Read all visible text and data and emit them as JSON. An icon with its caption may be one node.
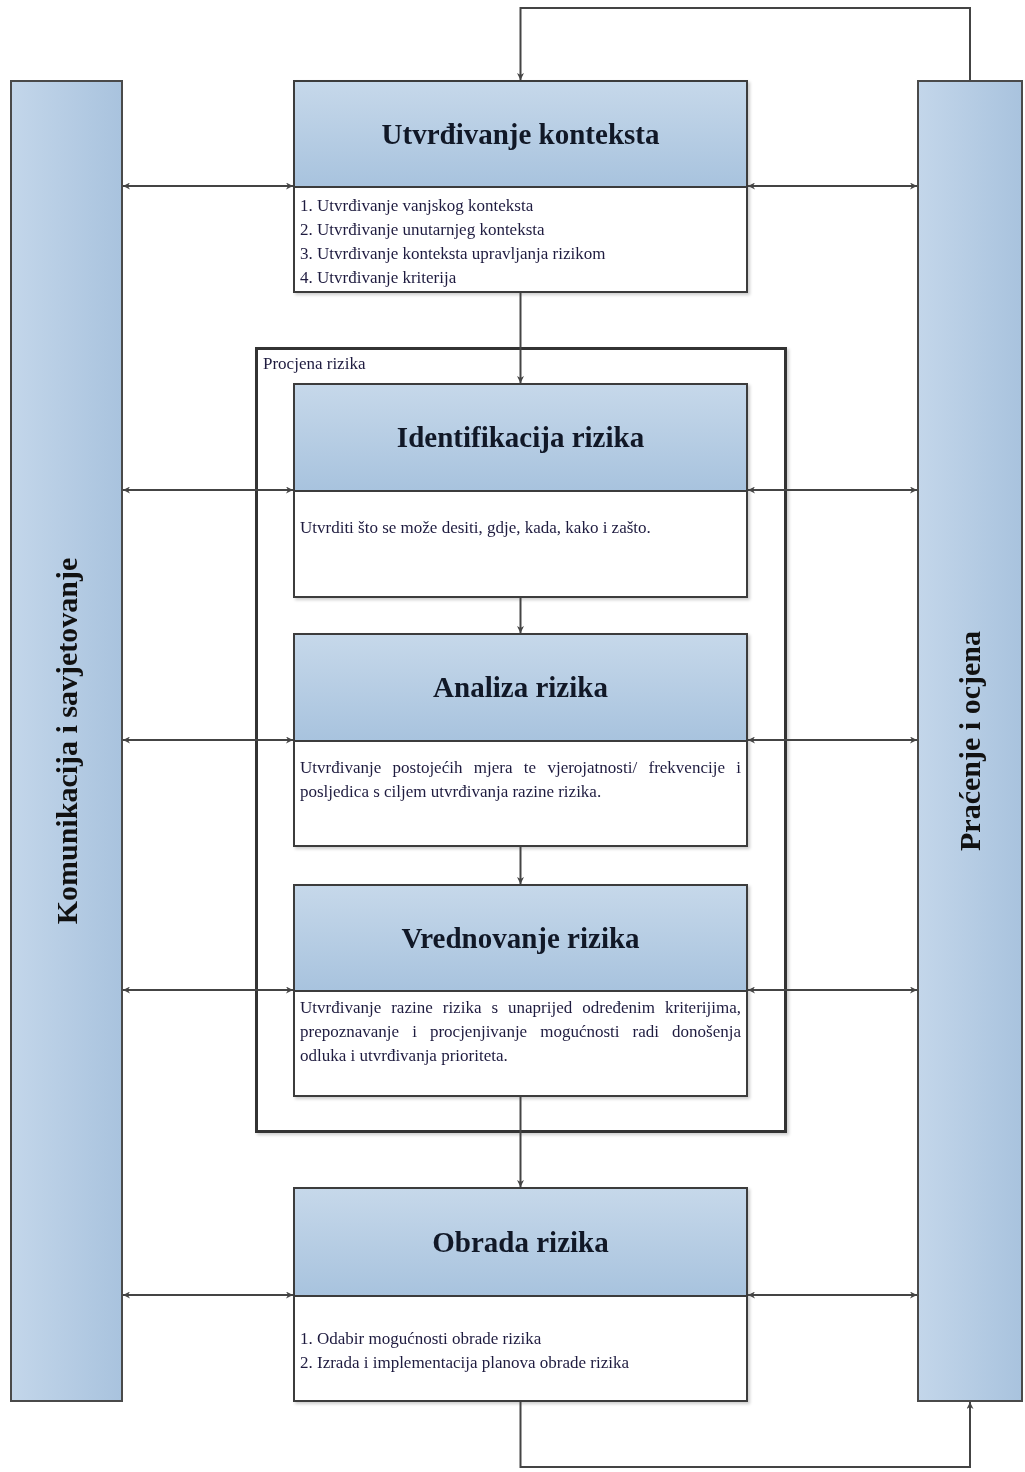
{
  "diagram": {
    "nodes": [
      {
        "text": [
          "Komunikacija i savjetovanje"
        ]
      },
      {
        "text": [
          "Praćenje i ocjena"
        ]
      },
      {
        "text": [
          "Utvrđivanje konteksta",
          "1. Utvrđivanje vanjskog konteksta",
          "2. Utvrđivanje unutarnjeg konteksta",
          "3. Utvrđivanje konteksta upravljanja rizikom",
          "4. Utvrđivanje kriterija"
        ]
      },
      {
        "text": [
          "Procjena rizika"
        ]
      },
      {
        "text": [
          "Identifikacija rizika",
          "Utvrditi što se može desiti, gdje, kada, kako i zašto."
        ],
        "in": 3
      },
      {
        "text": [
          "Analiza rizika",
          "Utvrđivanje postojećih mjera te vjerojatnosti/ frekvencije i posljedica s ciljem utvrđivanja razine rizika."
        ],
        "in": 3
      },
      {
        "text": [
          "Vrednovanje rizika",
          "Utvrđivanje razine rizika s unaprijed određenim kriterijima, prepoznavanje i procjenjivanje mogućnosti radi donošenja odluka i utvrđivanja prioriteta."
        ],
        "in": 3
      },
      {
        "text": [
          "Obrada rizika",
          "1. Odabir mogućnosti obrade rizika",
          "2. Izrada i implementacija planova obrade rizika"
        ]
      }
    ],
    "edges": [
      {
        "from": 0,
        "to": 2,
        "arrow": "both"
      },
      {
        "from": 2,
        "to": 1,
        "arrow": "both"
      },
      {
        "from": 2,
        "to": 4,
        "arrow": "to"
      },
      {
        "from": 0,
        "to": 4,
        "arrow": "both"
      },
      {
        "from": 4,
        "to": 1,
        "arrow": "both"
      },
      {
        "from": 4,
        "to": 5,
        "arrow": "to"
      },
      {
        "from": 0,
        "to": 5,
        "arrow": "both"
      },
      {
        "from": 5,
        "to": 1,
        "arrow": "both"
      },
      {
        "from": 5,
        "to": 6,
        "arrow": "to"
      },
      {
        "from": 0,
        "to": 6,
        "arrow": "both"
      },
      {
        "from": 6,
        "to": 1,
        "arrow": "both"
      },
      {
        "from": 6,
        "to": 7,
        "arrow": "to"
      },
      {
        "from": 0,
        "to": 7,
        "arrow": "both"
      },
      {
        "from": 7,
        "to": 1,
        "arrow": "both"
      },
      {
        "from": 7,
        "to": 1,
        "arrow": "to"
      },
      {
        "from": 1,
        "to": 2,
        "arrow": "to"
      }
    ]
  }
}
